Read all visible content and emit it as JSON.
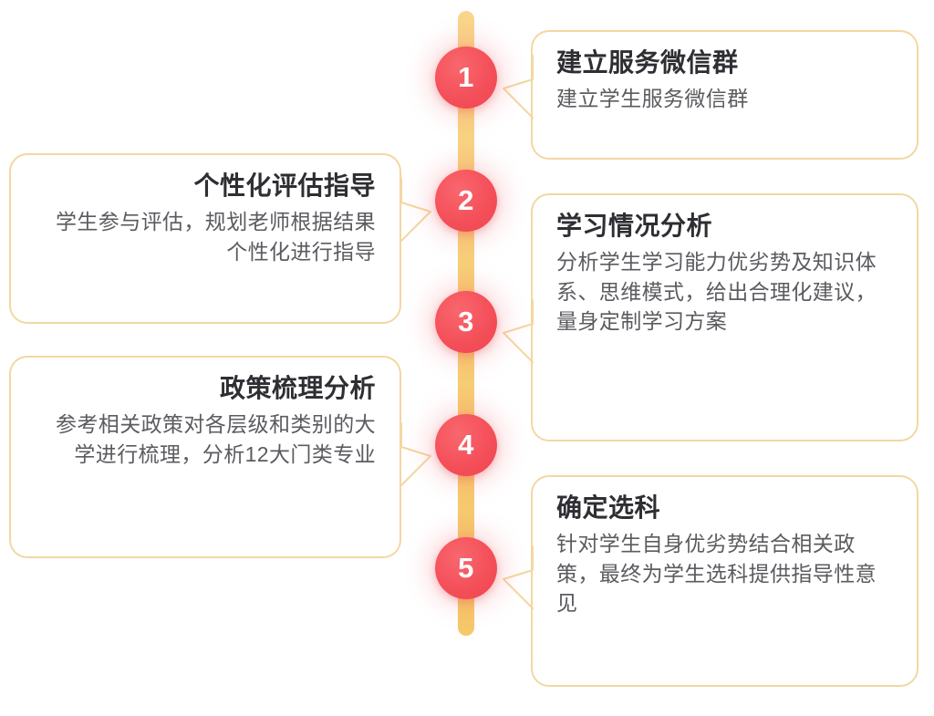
{
  "diagram": {
    "type": "vertical-timeline",
    "orientation": "alternating",
    "step_count": 5,
    "colors": {
      "spine": "#F7CE77",
      "node_fill": "#F4505A",
      "node_text": "#FFFFFF",
      "card_border": "#F3D7A2",
      "card_background": "#FFFFFF",
      "title_text": "#2E2E33",
      "body_text": "#5B5B60"
    }
  },
  "steps": [
    {
      "number": "1",
      "side": "right",
      "title": "建立服务微信群",
      "body": "建立学生服务微信群"
    },
    {
      "number": "2",
      "side": "left",
      "title": "个性化评估指导",
      "body": "学生参与评估，规划老师根据结果个性化进行指导"
    },
    {
      "number": "3",
      "side": "right",
      "title": "学习情况分析",
      "body": "分析学生学习能力优劣势及知识体系、思维模式，给出合理化建议，量身定制学习方案"
    },
    {
      "number": "4",
      "side": "left",
      "title": "政策梳理分析",
      "body": "参考相关政策对各层级和类别的大学进行梳理，分析12大门类专业"
    },
    {
      "number": "5",
      "side": "right",
      "title": "确定选科",
      "body": "针对学生自身优劣势结合相关政策，最终为学生选科提供指导性意见"
    }
  ]
}
